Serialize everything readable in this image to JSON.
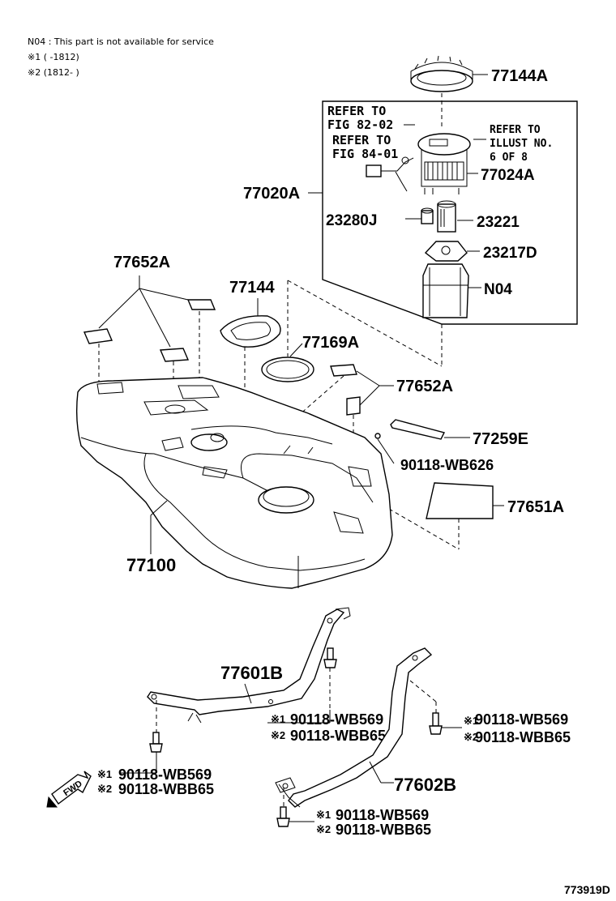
{
  "notes": {
    "line1": "N04 : This part is not available for service",
    "line2": "※1 (      -1812)",
    "line3": "※2 (1812-      )"
  },
  "refs": {
    "ref1_line1": "REFER TO",
    "ref1_line2": "FIG 82-02",
    "ref2_line1": "REFER TO",
    "ref2_line2": "FIG 84-01",
    "ref3_line1": "REFER TO",
    "ref3_line2": "ILLUST NO.",
    "ref3_line3": "6 OF 8"
  },
  "parts": {
    "p77144A": "77144A",
    "p77020A": "77020A",
    "p77024A": "77024A",
    "p23280J": "23280J",
    "p23221": "23221",
    "p23217D": "23217D",
    "pN04": "N04",
    "p77652A_top": "77652A",
    "p77144": "77144",
    "p77169A": "77169A",
    "p77652A_right": "77652A",
    "p77259E": "77259E",
    "p90118_WB626": "90118-WB626",
    "p77651A": "77651A",
    "p77100": "77100",
    "p77601B": "77601B",
    "p77602B": "77602B"
  },
  "bolts": {
    "mid_1_mark": "※1",
    "mid_1": "90118-WB569",
    "mid_2_mark": "※2",
    "mid_2": "90118-WBB65",
    "right_1_mark": "※1",
    "right_1": "90118-WB569",
    "right_2_mark": "※2",
    "right_2": "90118-WBB65",
    "left_1_mark": "※1",
    "left_1": "90118-WB569",
    "left_2_mark": "※2",
    "left_2": "90118-WBB65",
    "bottom_1_mark": "※1",
    "bottom_1": "90118-WB569",
    "bottom_2_mark": "※2",
    "bottom_2": "90118-WBB65"
  },
  "fwd_label": "FWD",
  "figure_id": "773919D"
}
